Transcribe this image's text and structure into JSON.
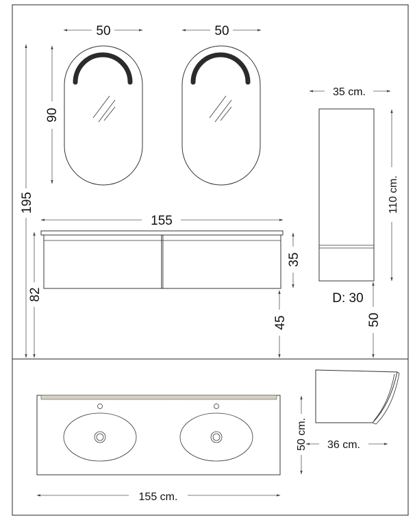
{
  "mirrors": {
    "width_left": "50",
    "width_right": "50",
    "height": "90"
  },
  "overall_height": "195",
  "vanity": {
    "width": "155",
    "cabinet_height": "35",
    "top_height": "82",
    "wall_height": "45"
  },
  "tall_cabinet": {
    "width": "35 cm.",
    "height": "110 cm.",
    "depth": "D: 30",
    "wall_height": "50"
  },
  "top_view": {
    "width": "155 cm.",
    "depth": "50 cm.",
    "side_depth": "36 cm."
  },
  "colors": {
    "line": "#222222",
    "arc": "#2b2b2b",
    "counter_texture": "#cfc8bd"
  }
}
